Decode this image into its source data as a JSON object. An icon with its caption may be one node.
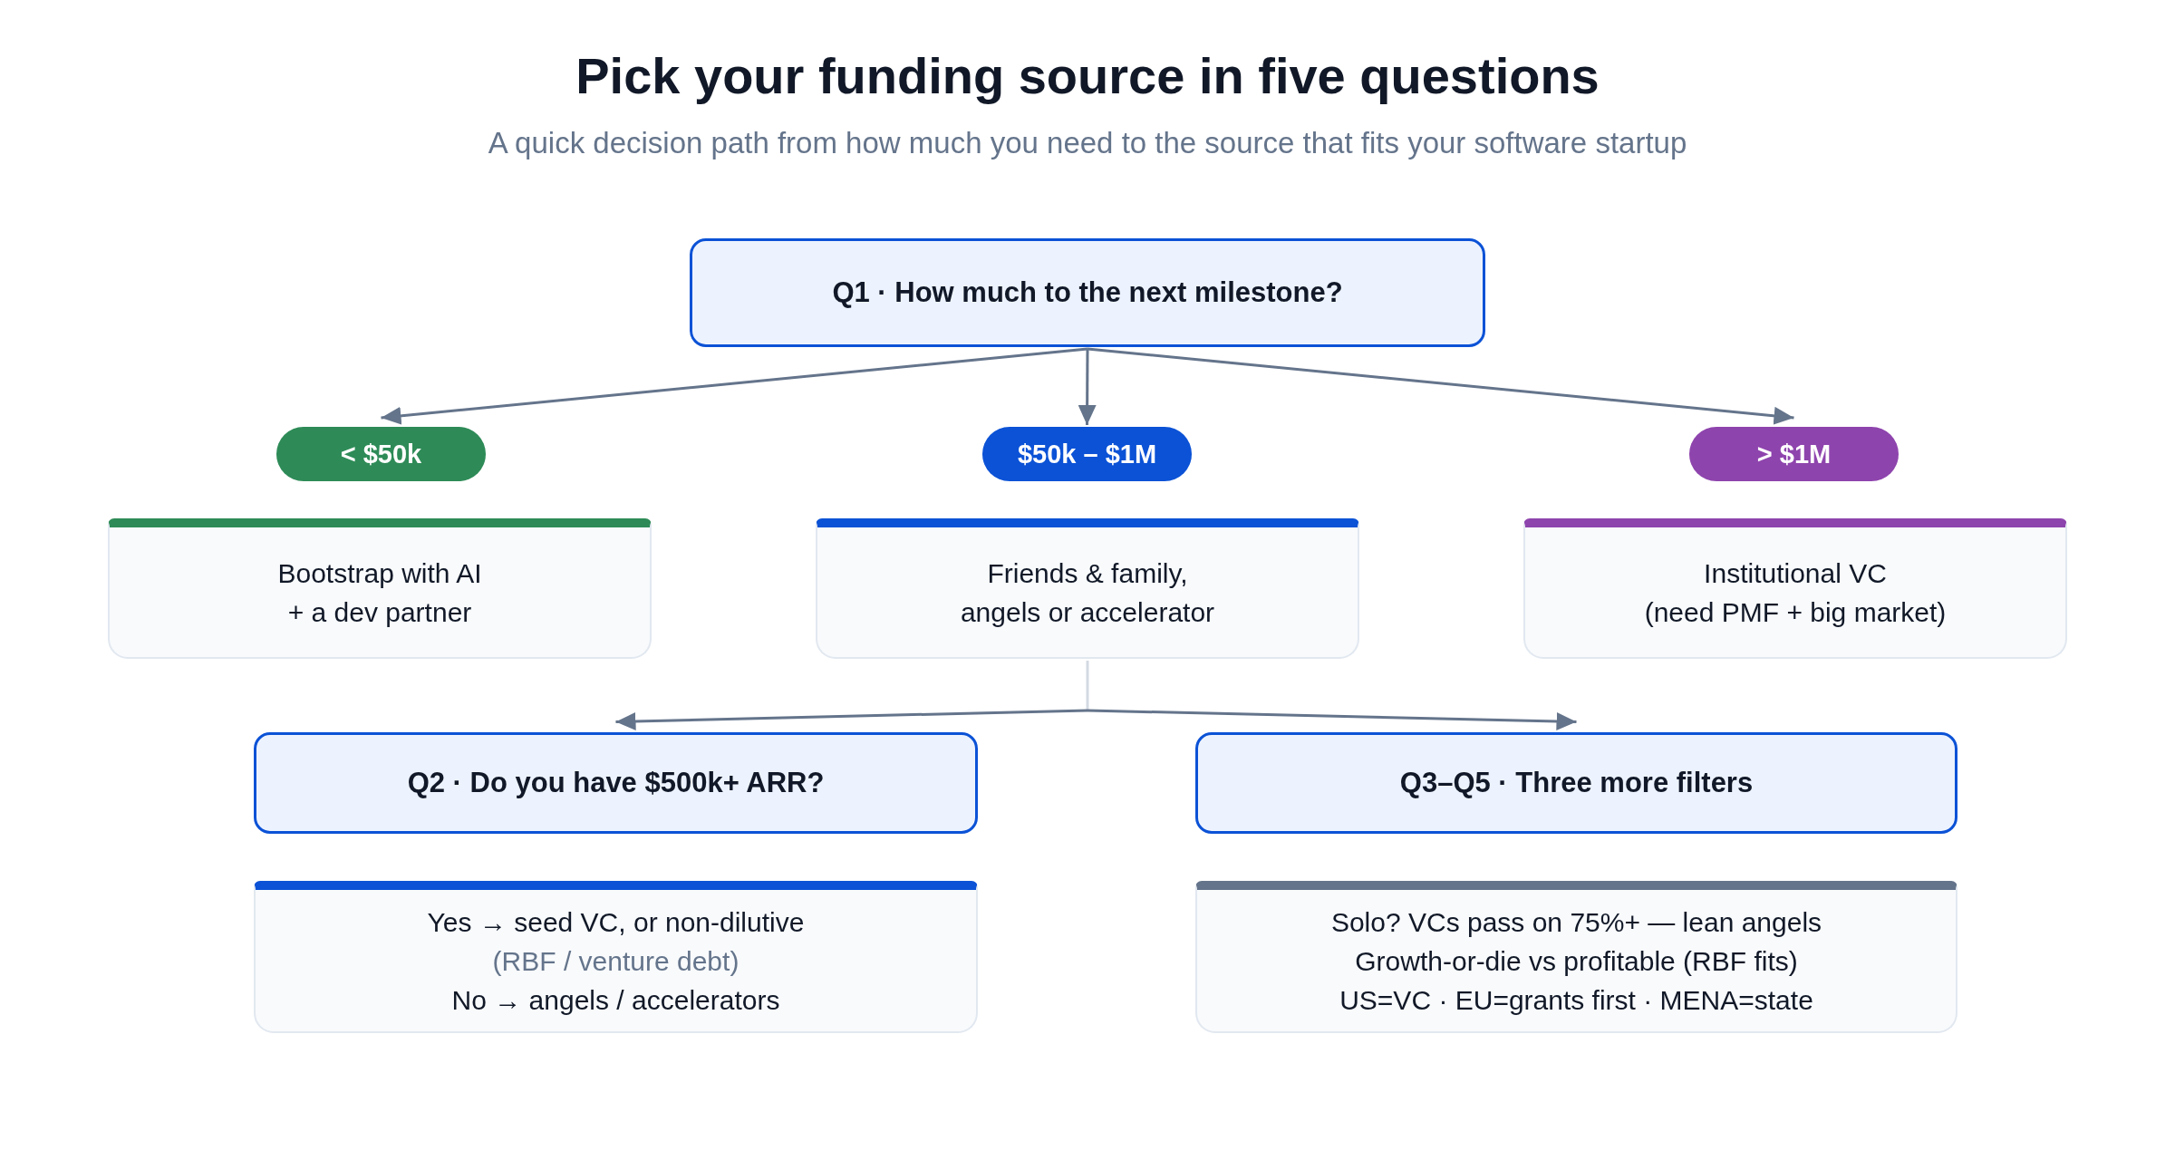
{
  "diagram": {
    "title": "Pick your funding source in five questions",
    "nodes": [
      {
        "text": [
          "Q1 · How much to the next milestone?"
        ]
      },
      {
        "text": [
          "< $50k"
        ]
      },
      {
        "text": [
          "$50k – $1M"
        ]
      },
      {
        "text": [
          "> $1M"
        ]
      },
      {
        "text": [
          "Bootstrap with AI + a dev partner"
        ]
      },
      {
        "text": [
          "Friends & family, angels or accelerator"
        ]
      },
      {
        "text": [
          "Institutional VC",
          "(need PMF + big market)"
        ]
      },
      {
        "text": [
          "Q2 · Do you have $500k+ ARR?"
        ]
      },
      {
        "text": [
          "Q3–Q5 · Three more filters"
        ]
      },
      {
        "text": [
          "Yes → seed VC, or non-dilutive",
          "(RBF / venture debt)",
          "No → angels / accelerators"
        ]
      },
      {
        "text": [
          "Solo? VCs pass on 75%+ — lean angels",
          "Growth-or-die vs profitable (RBF fits)",
          "US=VC · EU=grants first · MENA=state"
        ]
      }
    ],
    "edges": [
      {
        "from": 0,
        "to": 1,
        "arrow": "to"
      },
      {
        "from": 0,
        "to": 2,
        "arrow": "to"
      },
      {
        "from": 0,
        "to": 3,
        "arrow": "to"
      },
      {
        "from": 5,
        "to": 7,
        "arrow": "to"
      },
      {
        "from": 5,
        "to": 8,
        "arrow": "to"
      }
    ],
    "labels": [
      "A quick decision path from how much you need to the source that fits your software startup"
    ]
  }
}
